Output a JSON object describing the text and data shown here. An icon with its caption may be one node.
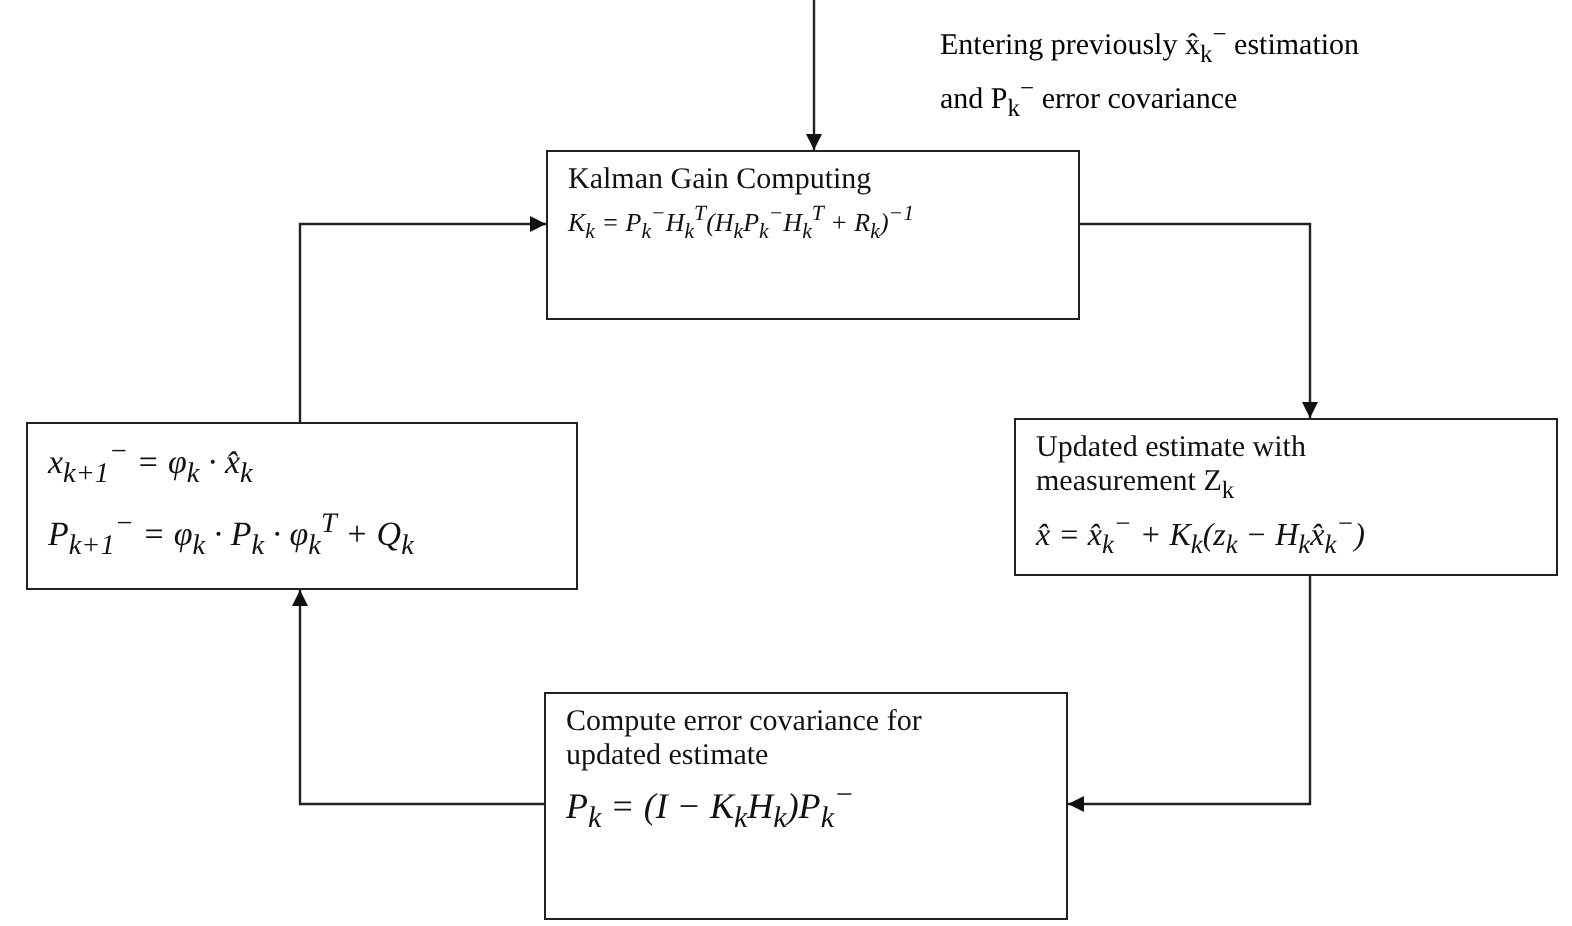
{
  "diagram": {
    "nodes": [
      {
        "text": [
          "Kalman Gain Computing",
          "K$_{k}$ = P$_{k}$$^{−}$H$_{k}$$^{T}$(H$_{k}$P$_{k}$$^{−}$H$_{k}$$^{T}$ + R$_{k}$)$^{−1}$"
        ]
      },
      {
        "text": [
          "Updated estimate with measurement Z$_{k}$",
          "x̂ = x̂$_{k}$$^{−}$ + K$_{k}$(z$_{k}$ − H$_{k}$x̂$_{k}$$^{−}$)"
        ]
      },
      {
        "text": [
          "Compute error covariance for updated estimate",
          "P$_{k}$ = (I − K$_{k}$H$_{k}$)P$_{k}$$^{−}$"
        ]
      },
      {
        "text": [
          "x$_{k+1}$$^{−}$ = φ$_{k}$ · x̂$_{k}$",
          "P$_{k+1}$$^{−}$ = φ$_{k}$ · P$_{k}$ · φ$_{k}$$^{T}$ + Q$_{k}$"
        ]
      }
    ],
    "edges": [
      {
        "from": null,
        "to": 0,
        "arrow": "to"
      },
      {
        "from": 0,
        "to": 1,
        "arrow": "to"
      },
      {
        "from": 1,
        "to": 2,
        "arrow": "to"
      },
      {
        "from": 2,
        "to": 3,
        "arrow": "to"
      },
      {
        "from": 3,
        "to": 0,
        "arrow": "to"
      }
    ],
    "labels": [
      "Entering previously x̂$_{k}$$^{−}$ estimation",
      "and P$_{k}$$^{−}$ error covariance"
    ]
  }
}
